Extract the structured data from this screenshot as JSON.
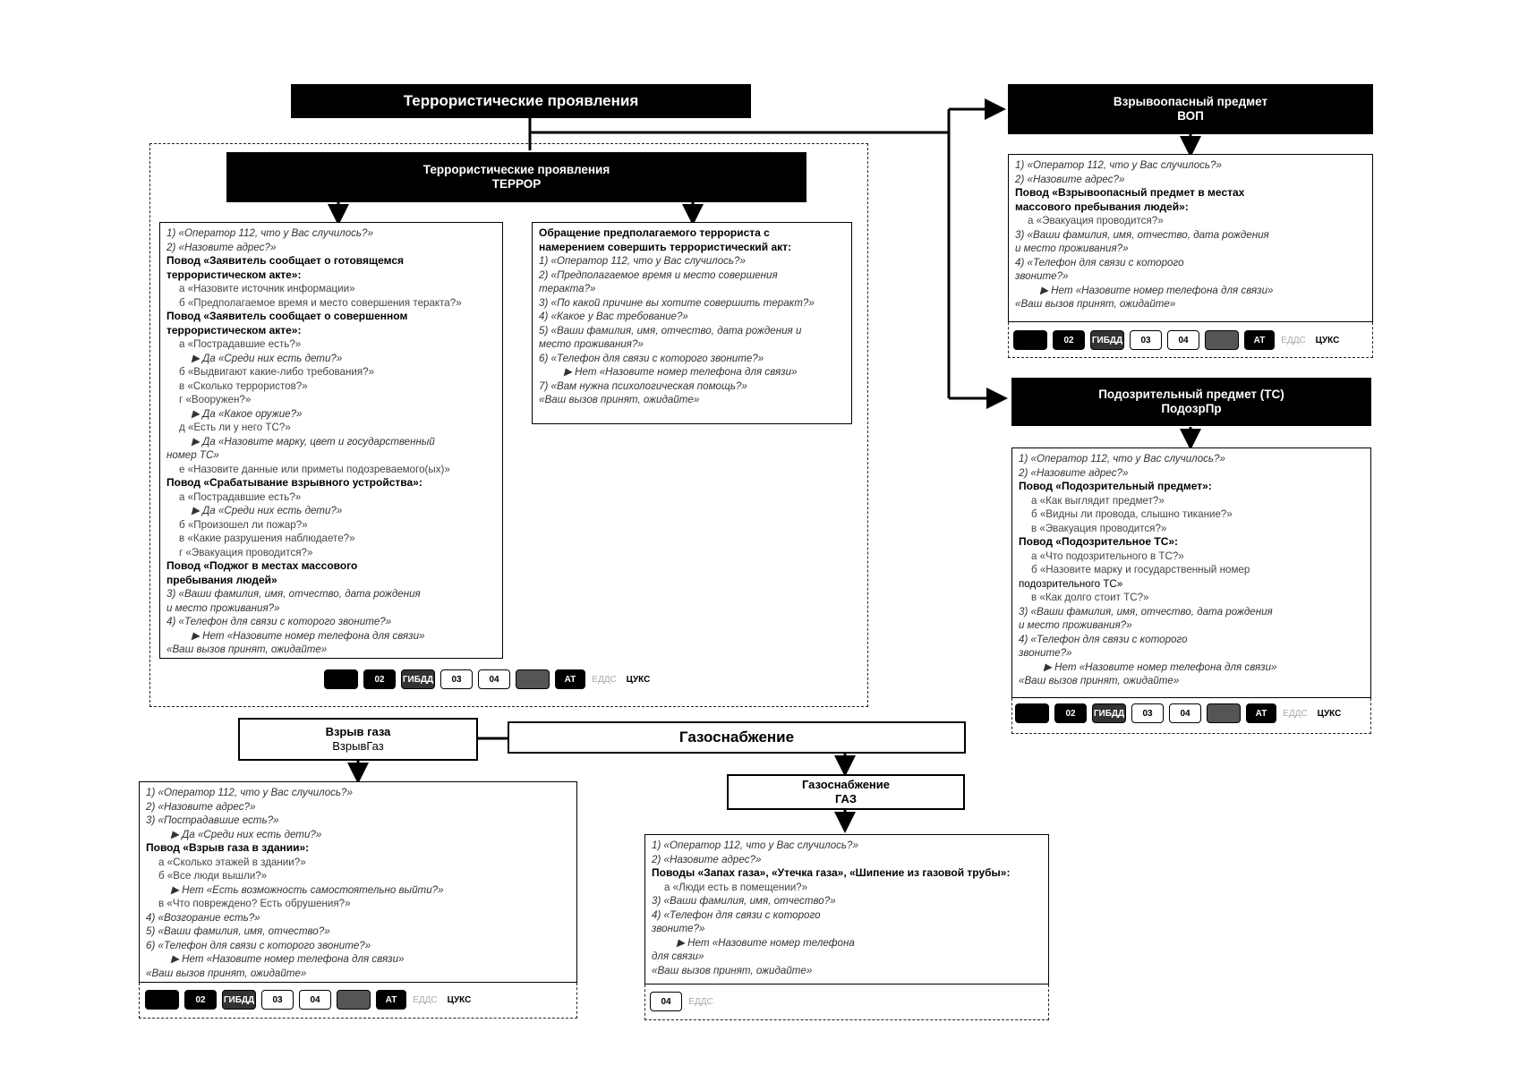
{
  "terror_top": {
    "title": "Террористические проявления"
  },
  "terror_inner": {
    "title": "Террористические проявления",
    "code": "ТЕРРОР"
  },
  "terror_box1": {
    "lines": [
      {
        "t": "it",
        "text": "1) «Оператор 112, что у Вас случилось?»"
      },
      {
        "t": "it",
        "text": "2) «Назовите адрес?»"
      },
      {
        "t": "b",
        "text": "Повод «Заявитель сообщает о готовящемся"
      },
      {
        "t": "b",
        "text": "террористическом акте»:"
      },
      {
        "t": "sub",
        "text": "а «Назовите источник информации»"
      },
      {
        "t": "sub",
        "text": "б «Предполагаемое время и место совершения теракта?»"
      },
      {
        "t": "b",
        "text": "Повод «Заявитель сообщает о совершенном"
      },
      {
        "t": "b",
        "text": "террористическом акте»:"
      },
      {
        "t": "sub",
        "text": "а «Пострадавшие есть?»"
      },
      {
        "t": "sub2",
        "text": "▶ Да «Среди них есть дети?»"
      },
      {
        "t": "sub",
        "text": "б «Выдвигают какие-либо требования?»"
      },
      {
        "t": "sub",
        "text": "в «Сколько террористов?»"
      },
      {
        "t": "sub",
        "text": "г «Вооружен?»"
      },
      {
        "t": "sub2",
        "text": "▶ Да «Какое оружие?»"
      },
      {
        "t": "sub",
        "text": "д «Есть ли у него ТС?»"
      },
      {
        "t": "sub2",
        "text": "▶ Да «Назовите марку, цвет и государственный"
      },
      {
        "t": "it",
        "text": "номер ТС»"
      },
      {
        "t": "sub",
        "text": "е «Назовите данные или приметы подозреваемого(ых)»"
      },
      {
        "t": "b",
        "text": "Повод «Срабатывание взрывного устройства»:"
      },
      {
        "t": "sub",
        "text": "а «Пострадавшие есть?»"
      },
      {
        "t": "sub2",
        "text": "▶ Да «Среди них есть дети?»"
      },
      {
        "t": "sub",
        "text": "б «Произошел ли пожар?»"
      },
      {
        "t": "sub",
        "text": "в «Какие разрушения наблюдаете?»"
      },
      {
        "t": "sub",
        "text": "г «Эвакуация проводится?»"
      },
      {
        "t": "b",
        "text": "Повод «Поджог в местах массового"
      },
      {
        "t": "b",
        "text": "пребывания людей»"
      },
      {
        "t": "it",
        "text": "3) «Ваши фамилия, имя, отчество, дата рождения"
      },
      {
        "t": "it",
        "text": "и место проживания?»"
      },
      {
        "t": "it",
        "text": "4) «Телефон для связи с которого звоните?»"
      },
      {
        "t": "sub2",
        "text": "▶ Нет «Назовите номер телефона для связи»"
      },
      {
        "t": "it",
        "text": "«Ваш вызов принят, ожидайте»"
      }
    ]
  },
  "terror_box2": {
    "lines": [
      {
        "t": "b",
        "text": "Обращение предполагаемого террориста с"
      },
      {
        "t": "b",
        "text": "намерением совершить террористический акт:"
      },
      {
        "t": "it",
        "text": "1) «Оператор 112, что у Вас случилось?»"
      },
      {
        "t": "it",
        "text": "2) «Предполагаемое время и место совершения"
      },
      {
        "t": "it",
        "text": "теракта?»"
      },
      {
        "t": "it",
        "text": "3) «По какой причине вы хотите совершить теракт?»"
      },
      {
        "t": "it",
        "text": "4) «Какое у Вас требование?»"
      },
      {
        "t": "it",
        "text": "5) «Ваши фамилия, имя, отчество, дата рождения и"
      },
      {
        "t": "it",
        "text": "место проживания?»"
      },
      {
        "t": "it",
        "text": "6) «Телефон для связи с которого звоните?»"
      },
      {
        "t": "sub2",
        "text": "▶ Нет «Назовите номер телефона для связи»"
      },
      {
        "t": "it",
        "text": "7) «Вам нужна психологическая помощь?»"
      },
      {
        "t": "it",
        "text": "«Ваш вызов принят, ожидайте»"
      }
    ]
  },
  "vop": {
    "title": "Взрывоопасный предмет",
    "code": "ВОП"
  },
  "vop_box": {
    "lines": [
      {
        "t": "it",
        "text": "1) «Оператор 112, что у Вас случилось?»"
      },
      {
        "t": "it",
        "text": "2) «Назовите адрес?»"
      },
      {
        "t": "b",
        "text": "Повод «Взрывоопасный предмет в местах"
      },
      {
        "t": "b",
        "text": "массового пребывания людей»:"
      },
      {
        "t": "sub",
        "text": "а «Эвакуация проводится?»"
      },
      {
        "t": "it",
        "text": "3) «Ваши фамилия, имя, отчество, дата рождения"
      },
      {
        "t": "it",
        "text": "и место проживания?»"
      },
      {
        "t": "it",
        "text": "4) «Телефон для связи с которого"
      },
      {
        "t": "it",
        "text": "звоните?»"
      },
      {
        "t": "sub2",
        "text": "▶ Нет «Назовите номер телефона для связи»"
      },
      {
        "t": "it",
        "text": "«Ваш вызов принят, ожидайте»"
      }
    ]
  },
  "susp": {
    "title": "Подозрительный предмет (ТС)",
    "code": "ПодозрПр"
  },
  "susp_box": {
    "lines": [
      {
        "t": "it",
        "text": "1) «Оператор 112, что у Вас случилось?»"
      },
      {
        "t": "it",
        "text": "2) «Назовите адрес?»"
      },
      {
        "t": "b",
        "text": "Повод «Подозрительный предмет»:"
      },
      {
        "t": "sub",
        "text": "а «Как выглядит предмет?»"
      },
      {
        "t": "sub",
        "text": "б «Видны ли провода, слышно тикание?»"
      },
      {
        "t": "sub",
        "text": "в «Эвакуация проводится?»"
      },
      {
        "t": "b",
        "text": "Повод «Подозрительное ТС»:"
      },
      {
        "t": "sub",
        "text": "а «Что подозрительного в ТС?»"
      },
      {
        "t": "sub",
        "text": "б «Назовите марку и государственный номер"
      },
      {
        "t": "line",
        "text": "подозрительного ТС»"
      },
      {
        "t": "sub",
        "text": "в «Как долго стоит ТС?»"
      },
      {
        "t": "it",
        "text": "3) «Ваши фамилия, имя, отчество, дата рождения"
      },
      {
        "t": "it",
        "text": "и место проживания?»"
      },
      {
        "t": "it",
        "text": "4) «Телефон для связи с которого"
      },
      {
        "t": "it",
        "text": "звоните?»"
      },
      {
        "t": "sub2",
        "text": "▶ Нет «Назовите номер телефона для связи»"
      },
      {
        "t": "it",
        "text": "«Ваш вызов принят, ожидайте»"
      }
    ]
  },
  "gas_explosion": {
    "title": "Взрыв газа",
    "code": "ВзрывГаз"
  },
  "gas_supply": {
    "title": "Газоснабжение"
  },
  "gas_sub": {
    "title": "Газоснабжение",
    "code": "ГАЗ"
  },
  "gasexp_box": {
    "lines": [
      {
        "t": "it",
        "text": "1) «Оператор 112, что у Вас случилось?»"
      },
      {
        "t": "it",
        "text": "2) «Назовите адрес?»"
      },
      {
        "t": "it",
        "text": "3) «Пострадавшие есть?»"
      },
      {
        "t": "sub2",
        "text": "▶ Да «Среди них есть дети?»"
      },
      {
        "t": "b",
        "text": "Повод «Взрыв газа в здании»:"
      },
      {
        "t": "sub",
        "text": "а «Сколько этажей в здании?»"
      },
      {
        "t": "sub",
        "text": "б «Все люди вышли?»"
      },
      {
        "t": "sub2",
        "text": "▶ Нет «Есть возможность самостоятельно выйти?»"
      },
      {
        "t": "sub",
        "text": "в «Что повреждено? Есть обрушения?»"
      },
      {
        "t": "it",
        "text": "4) «Возгорание есть?»"
      },
      {
        "t": "it",
        "text": "5) «Ваши фамилия, имя, отчество?»"
      },
      {
        "t": "it",
        "text": "6) «Телефон для связи с которого звоните?»"
      },
      {
        "t": "sub2",
        "text": "▶ Нет «Назовите номер телефона для связи»"
      },
      {
        "t": "it",
        "text": "«Ваш вызов принят, ожидайте»"
      }
    ]
  },
  "gas_box": {
    "lines": [
      {
        "t": "it",
        "text": "1) «Оператор 112, что у Вас случилось?»"
      },
      {
        "t": "it",
        "text": "2) «Назовите адрес?»"
      },
      {
        "t": "b",
        "text": "Поводы «Запах газа», «Утечка газа», «Шипение из газовой трубы»:"
      },
      {
        "t": "sub",
        "text": "а «Люди есть в помещении?»"
      },
      {
        "t": "it",
        "text": "3) «Ваши фамилия, имя, отчество?»"
      },
      {
        "t": "it",
        "text": "4) «Телефон для связи с которого"
      },
      {
        "t": "it",
        "text": "звоните?»"
      },
      {
        "t": "sub2",
        "text": "▶ Нет «Назовите номер телефона"
      },
      {
        "t": "it",
        "text": "для связи»"
      },
      {
        "t": "it",
        "text": "«Ваш вызов принят, ожидайте»"
      }
    ]
  },
  "services_full": [
    {
      "label": "",
      "style": "tok-b",
      "w": 38
    },
    {
      "label": "02",
      "style": "tok-b",
      "w": 36
    },
    {
      "label": "ГИБДД",
      "style": "tok-p",
      "w": 38
    },
    {
      "label": "03",
      "style": "tok-w",
      "w": 36
    },
    {
      "label": "04",
      "style": "tok-w",
      "w": 36
    },
    {
      "label": "",
      "style": "tok-g",
      "w": 38
    },
    {
      "label": "АТ",
      "style": "tok-b",
      "w": 34
    },
    {
      "label": "ЕДДС",
      "style": "tok-l",
      "w": 30
    },
    {
      "label": "ЦУКС",
      "style": "tok-t",
      "w": 34
    }
  ],
  "services_gas": [
    {
      "label": "04",
      "style": "tok-w",
      "w": 36
    },
    {
      "label": "ЕДДС",
      "style": "tok-l",
      "w": 30
    }
  ],
  "colors": {
    "header_bg": "#000000",
    "box_border": "#000000"
  }
}
